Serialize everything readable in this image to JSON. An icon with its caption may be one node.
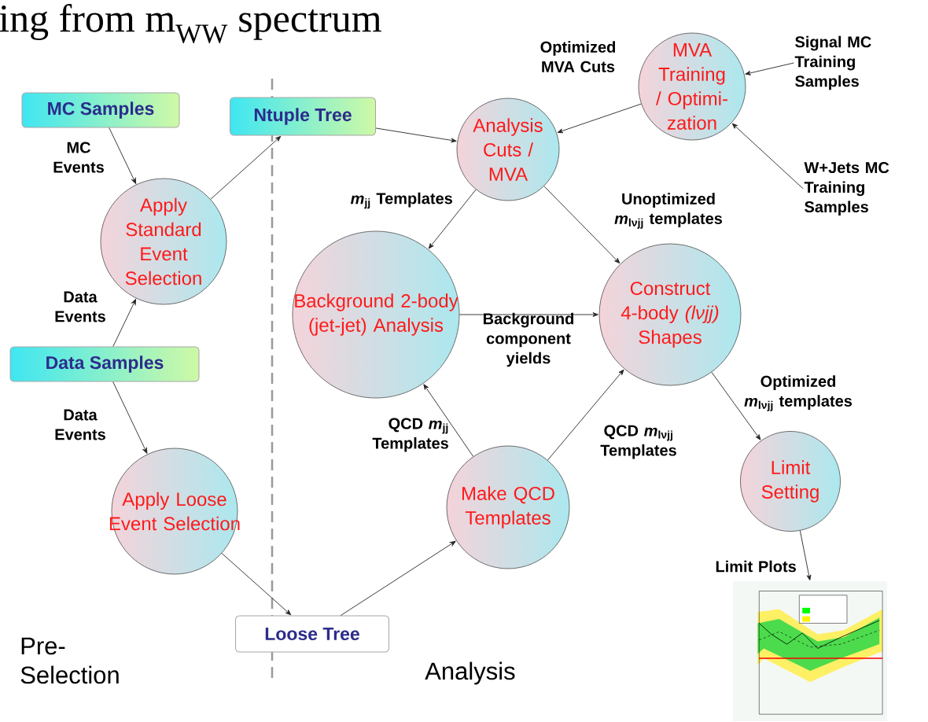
{
  "diagram": {
    "title": "ing from m$_{WW}$ spectrum",
    "nodes": [
      {
        "text": [
          "MC Samples"
        ]
      },
      {
        "text": [
          "Ntuple Tree"
        ]
      },
      {
        "text": [
          "Data Samples"
        ]
      },
      {
        "text": [
          "Apply Standard Event Selection"
        ]
      },
      {
        "text": [
          "Apply Loose Event Selection"
        ]
      },
      {
        "text": [
          "Loose Tree"
        ]
      },
      {
        "text": [
          "Analysis Cuts / MVA"
        ]
      },
      {
        "text": [
          "MVA Training / Optimi-zation"
        ]
      },
      {
        "text": [
          "Background 2-body (jet-jet) Analysis"
        ]
      },
      {
        "text": [
          "Construct 4-body *(lνjj)* Shapes"
        ]
      },
      {
        "text": [
          "Make QCD Templates"
        ]
      },
      {
        "text": [
          "Limit Setting"
        ]
      },
      {
        "text": [],
        "shape": "picture"
      },
      {
        "text": [
          "Signal MC Training Samples"
        ]
      },
      {
        "text": [
          "W+Jets MC Training Samples"
        ]
      }
    ],
    "edges": [
      {
        "from": 0,
        "to": 3,
        "arrow": "to",
        "label": "MC Events"
      },
      {
        "from": 2,
        "to": 3,
        "arrow": "to",
        "label": "Data Events"
      },
      {
        "from": 2,
        "to": 4,
        "arrow": "to",
        "label": "Data Events"
      },
      {
        "from": 3,
        "to": 1,
        "arrow": "to"
      },
      {
        "from": 1,
        "to": 6,
        "arrow": "to"
      },
      {
        "from": 4,
        "to": 5,
        "arrow": "to"
      },
      {
        "from": 5,
        "to": 10,
        "arrow": "to"
      },
      {
        "from": 7,
        "to": 6,
        "arrow": "to",
        "label": "Optimized MVA Cuts"
      },
      {
        "from": 13,
        "to": 7,
        "arrow": "to"
      },
      {
        "from": 14,
        "to": 7,
        "arrow": "to"
      },
      {
        "from": 6,
        "to": 8,
        "arrow": "to",
        "label": "*m*$_{jj}$ Templates"
      },
      {
        "from": 6,
        "to": 9,
        "arrow": "to",
        "label": "Unoptimized *m*$_{lνjj}$ templates"
      },
      {
        "from": 8,
        "to": 9,
        "arrow": "to",
        "label": "Background component yields"
      },
      {
        "from": 10,
        "to": 8,
        "arrow": "to",
        "label": "QCD *m*$_{jj}$ Templates"
      },
      {
        "from": 10,
        "to": 9,
        "arrow": "to",
        "label": "QCD *m*$_{lνjj}$ Templates"
      },
      {
        "from": 9,
        "to": 11,
        "arrow": "to",
        "label": "Optimized *m*$_{lνjj}$ templates"
      },
      {
        "from": 11,
        "to": 12,
        "arrow": "to",
        "label": "Limit Plots"
      }
    ],
    "labels": [
      "Pre- Selection",
      "Analysis"
    ]
  }
}
